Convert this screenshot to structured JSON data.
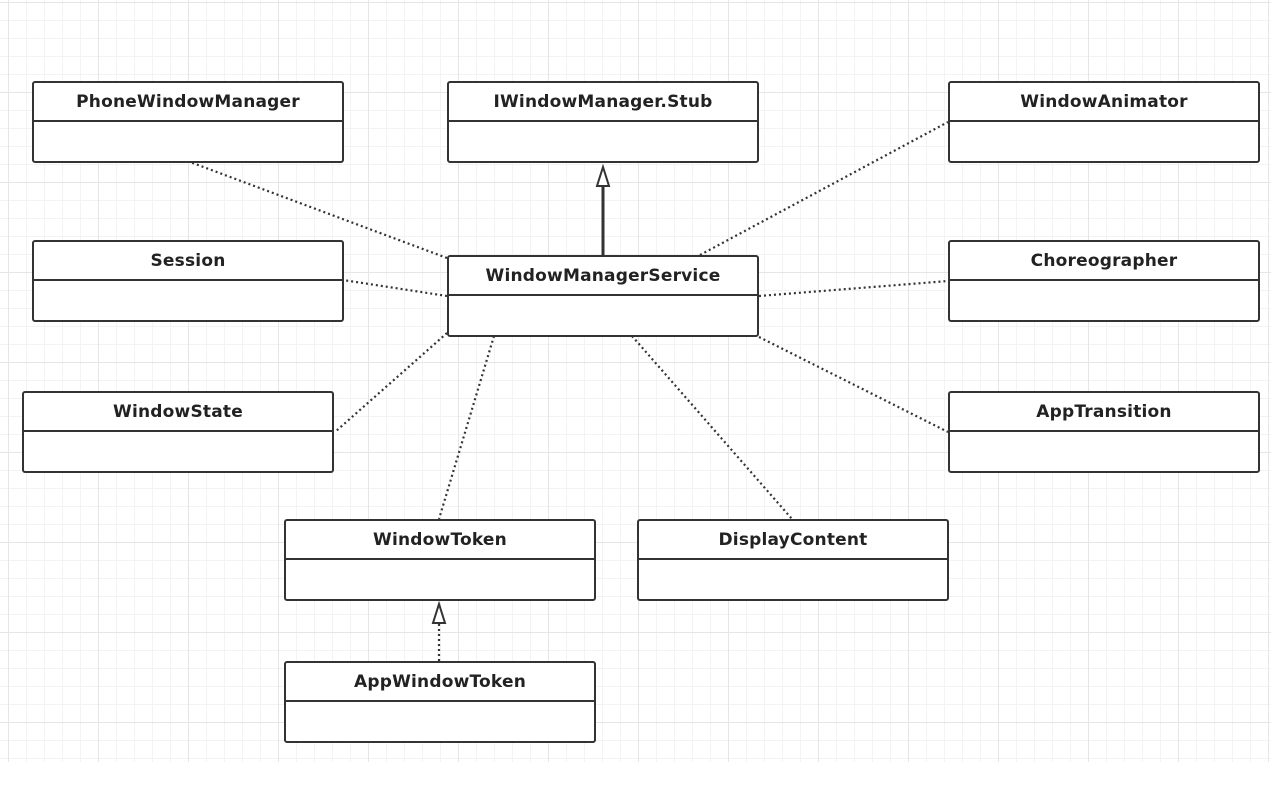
{
  "diagram": {
    "classes": [
      {
        "id": "phone-window-manager",
        "name": "PhoneWindowManager"
      },
      {
        "id": "iwindow-manager-stub",
        "name": "IWindowManager.Stub"
      },
      {
        "id": "window-animator",
        "name": "WindowAnimator"
      },
      {
        "id": "session",
        "name": "Session"
      },
      {
        "id": "window-manager-service",
        "name": "WindowManagerService"
      },
      {
        "id": "choreographer",
        "name": "Choreographer"
      },
      {
        "id": "window-state",
        "name": "WindowState"
      },
      {
        "id": "app-transition",
        "name": "AppTransition"
      },
      {
        "id": "window-token",
        "name": "WindowToken"
      },
      {
        "id": "display-content",
        "name": "DisplayContent"
      },
      {
        "id": "app-window-token",
        "name": "AppWindowToken"
      }
    ],
    "relations": [
      {
        "from": "window-manager-service",
        "to": "iwindow-manager-stub",
        "type": "inheritance"
      },
      {
        "from": "app-window-token",
        "to": "window-token",
        "type": "realization"
      },
      {
        "from": "window-manager-service",
        "to": "phone-window-manager",
        "type": "dependency"
      },
      {
        "from": "window-manager-service",
        "to": "session",
        "type": "dependency"
      },
      {
        "from": "window-manager-service",
        "to": "window-state",
        "type": "dependency"
      },
      {
        "from": "window-manager-service",
        "to": "window-token",
        "type": "dependency"
      },
      {
        "from": "window-manager-service",
        "to": "display-content",
        "type": "dependency"
      },
      {
        "from": "window-manager-service",
        "to": "window-animator",
        "type": "dependency"
      },
      {
        "from": "window-manager-service",
        "to": "choreographer",
        "type": "dependency"
      },
      {
        "from": "window-manager-service",
        "to": "app-transition",
        "type": "dependency"
      }
    ],
    "colors": {
      "stroke": "#333333",
      "background": "#ffffff",
      "grid": "#e6e6e6"
    }
  }
}
